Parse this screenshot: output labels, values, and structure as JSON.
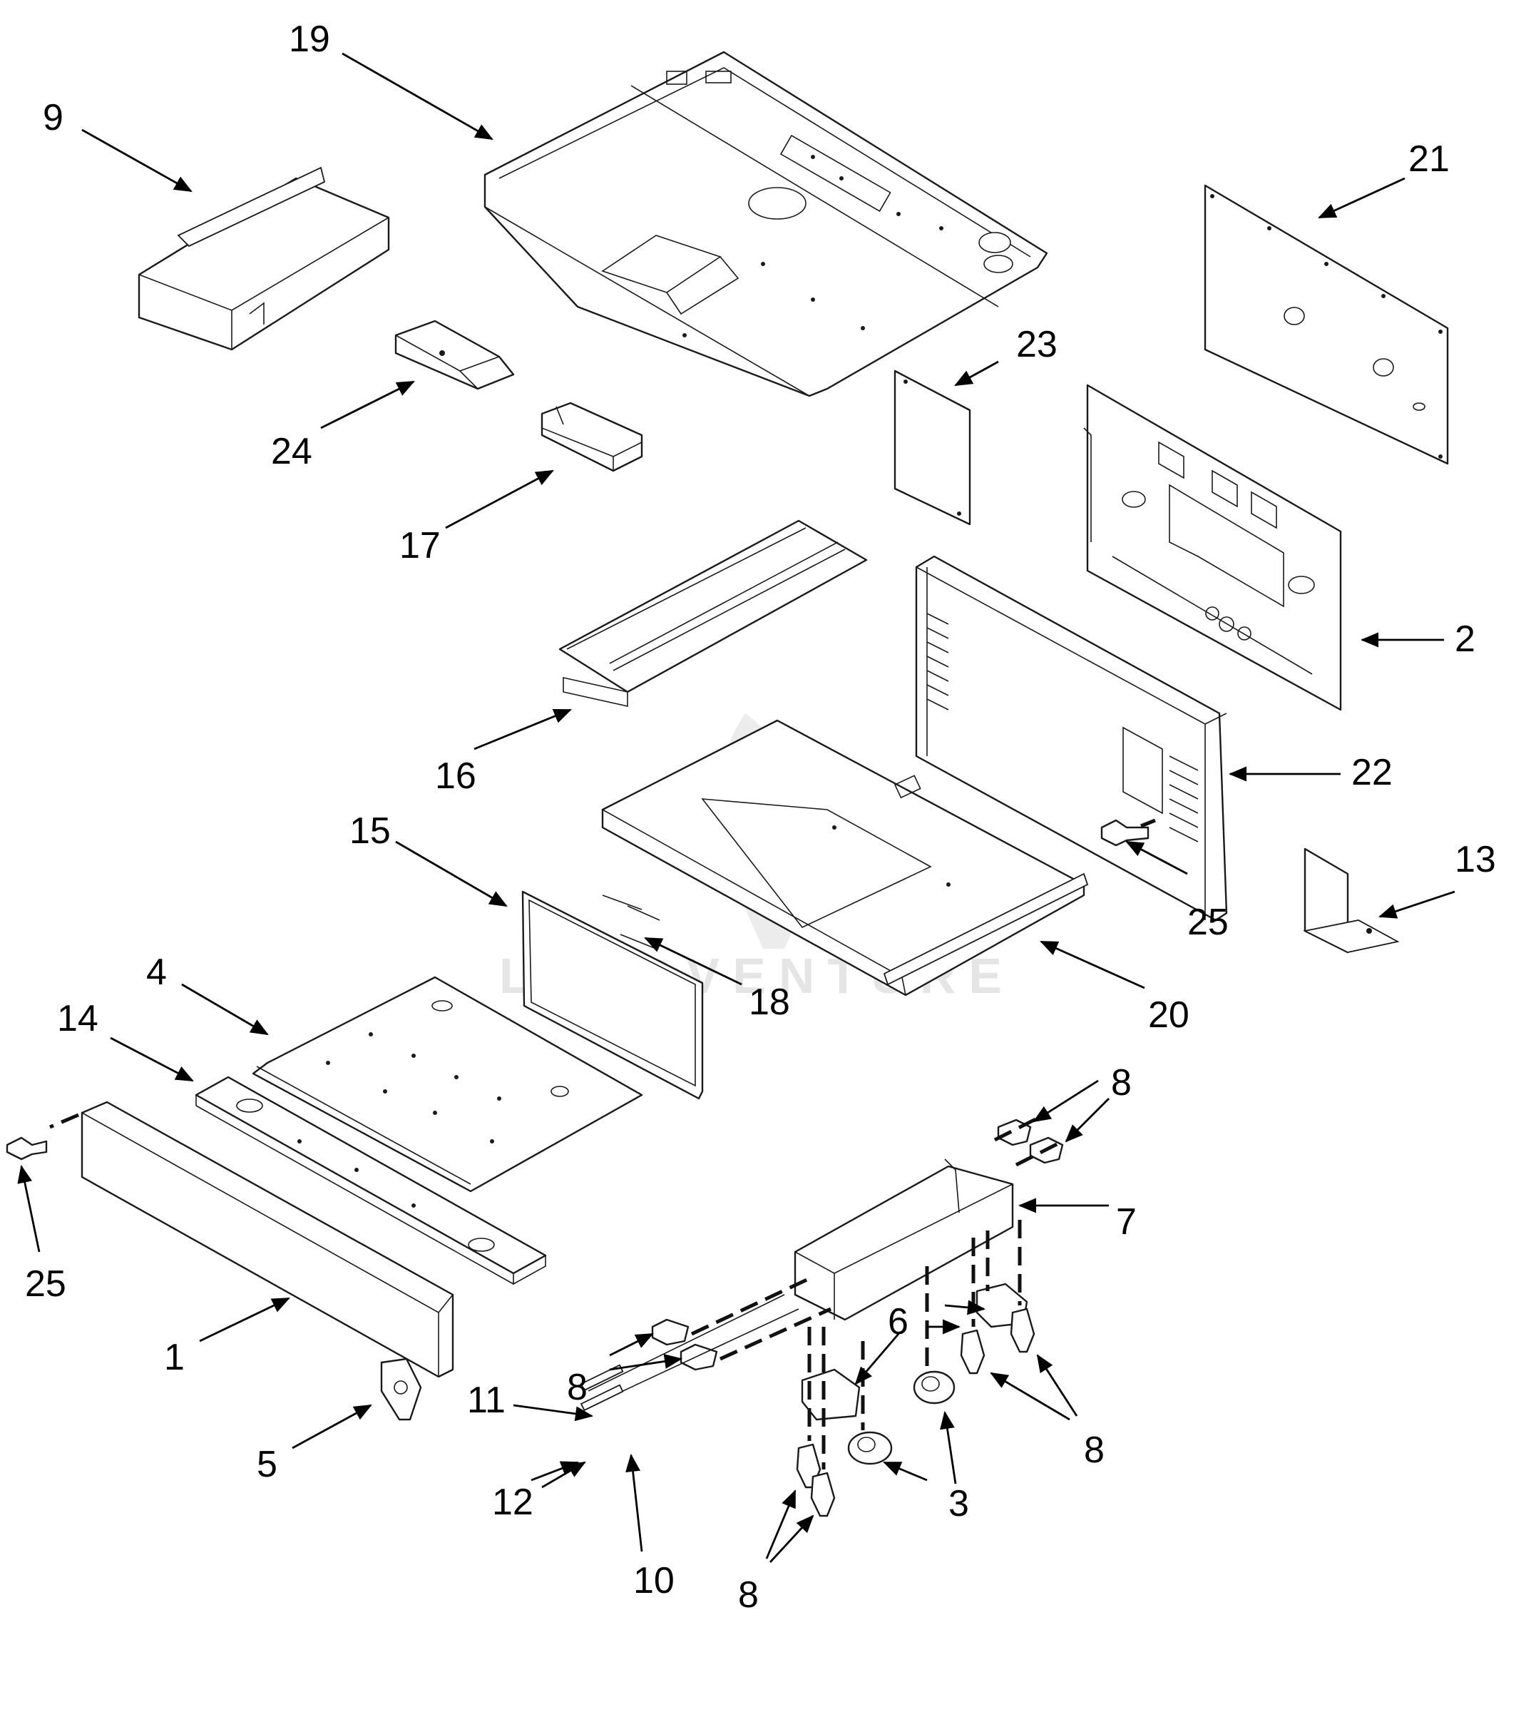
{
  "watermark": {
    "text": "LEADVENTURE"
  },
  "callouts": {
    "c1": "1",
    "c2": "2",
    "c3": "3",
    "c4": "4",
    "c5": "5",
    "c6": "6",
    "c7": "7",
    "c8a": "8",
    "c8b": "8",
    "c8c": "8",
    "c8d": "8",
    "c9": "9",
    "c10": "10",
    "c11": "11",
    "c12": "12",
    "c13": "13",
    "c14": "14",
    "c15": "15",
    "c16": "16",
    "c17": "17",
    "c18": "18",
    "c19": "19",
    "c20": "20",
    "c21": "21",
    "c22": "22",
    "c23": "23",
    "c24": "24",
    "c25a": "25",
    "c25b": "25"
  },
  "colors": {
    "line": "#1a1a1a",
    "watermark": "#e5e5e5",
    "background": "#ffffff"
  }
}
